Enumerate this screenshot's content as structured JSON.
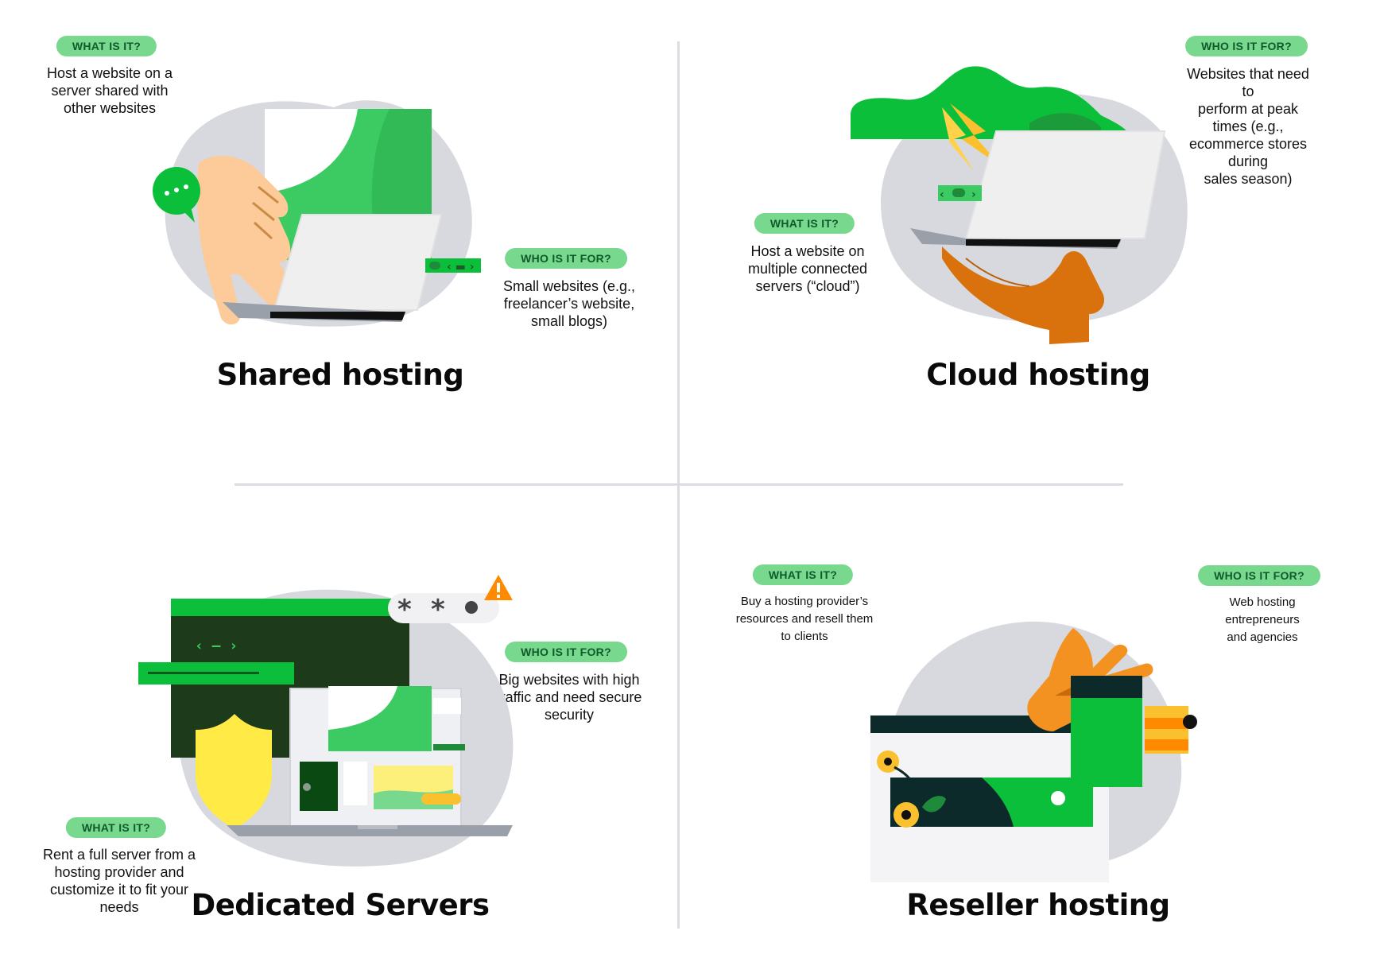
{
  "quadrants": {
    "shared": {
      "title": "Shared hosting",
      "what_label": "WHAT IS IT?",
      "what_line1": "Host a website on a",
      "what_line2": "server shared with",
      "what_line3": "other websites",
      "who_label": "WHO IS IT FOR?",
      "who_line1": "Small websites (e.g.,",
      "who_line2": "freelancer’s website,",
      "who_line3": "small blogs)"
    },
    "cloud": {
      "title": "Cloud hosting",
      "what_label": "WHAT IS IT?",
      "what_line1": "Host a website on",
      "what_line2": "multiple connected",
      "what_line3": "servers (“cloud”)",
      "who_label": "WHO IS IT FOR?",
      "who_line1": "Websites that need to",
      "who_line2": "perform at peak times (e.g.,",
      "who_line3": "ecommerce stores during",
      "who_line4": "sales season)"
    },
    "dedicated": {
      "title": "Dedicated Servers",
      "what_label": "WHAT IS IT?",
      "what_line1": "Rent a full server from a",
      "what_line2": "hosting provider and",
      "what_line3": "customize it to fit your",
      "what_line4": "needs",
      "who_label": "WHO IS IT FOR?",
      "who_line1": "Big websites with high",
      "who_line2": "traffic and need secure",
      "who_line3": "security"
    },
    "reseller": {
      "title": "Reseller hosting",
      "what_label": "WHAT IS IT?",
      "what_line1": "Buy a hosting provider’s",
      "what_line2": "resources and resell them",
      "what_line3": "to clients",
      "who_label": "WHO IS IT FOR?",
      "who_line1": "Web hosting entrepreneurs",
      "who_line2": "and agencies"
    }
  },
  "icons": [
    "chat-bubble-icon",
    "hand-icon",
    "laptop-icon",
    "lightning-icon",
    "cloud-icon",
    "code-brackets-icon",
    "password-field-icon",
    "warning-icon",
    "shield-icon",
    "flower-icon",
    "credit-card-icon"
  ],
  "colors": {
    "accent_green": "#0bbf3a",
    "light_green": "#3ccb63",
    "pill_bg": "#78d88e",
    "pill_text": "#0f5a2a",
    "blob_gray": "#d7d9de",
    "dark_green": "#1d3a1a",
    "warning_orange": "#ff8a00",
    "shield_yellow": "#ffea46",
    "hand_orange": "#f39121",
    "skin": "#fdcb9a"
  }
}
